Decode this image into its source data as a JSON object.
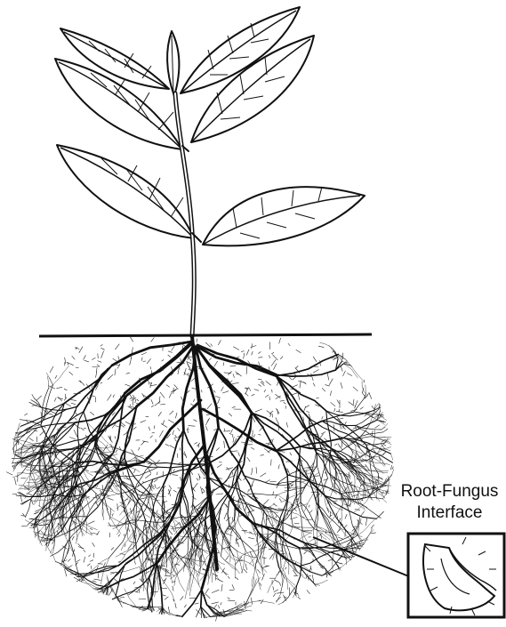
{
  "callout": {
    "line1": "Root-Fungus",
    "line2": "Interface"
  },
  "colors": {
    "ink": "#111111",
    "background": "#ffffff"
  },
  "parts": [
    "stem",
    "leaves",
    "ground-line",
    "root-system",
    "fungal-hyphae",
    "callout-box"
  ]
}
